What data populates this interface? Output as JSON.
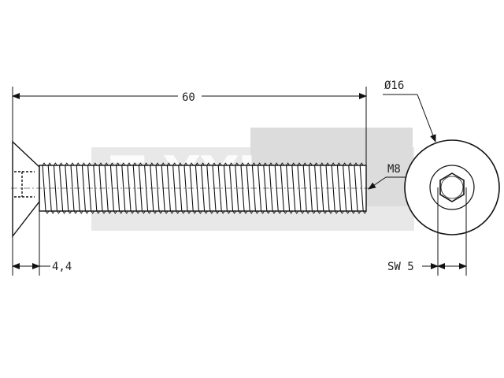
{
  "watermark": {
    "text": "T XYL"
  },
  "dimensions": {
    "length": "60",
    "head_height": "4,4",
    "head_diameter": "Ø16",
    "thread": "M8",
    "socket": "SW 5"
  },
  "colors": {
    "line": "#111111",
    "watermark_band": "#e8e8e8",
    "watermark_block": "#dcdcdc"
  }
}
